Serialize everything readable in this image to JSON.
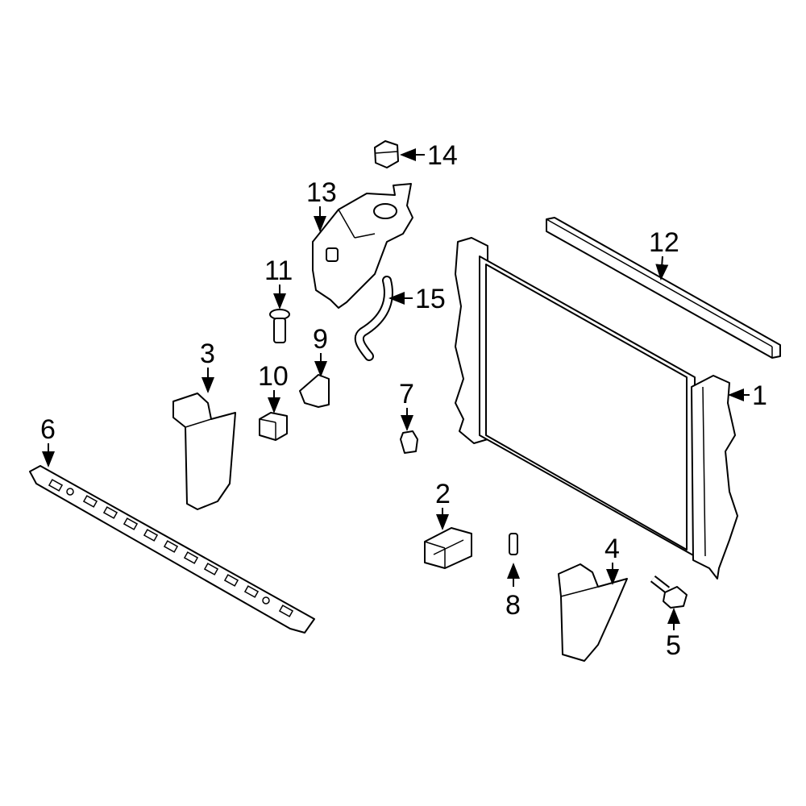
{
  "diagram": {
    "type": "exploded parts diagram",
    "callouts": [
      {
        "id": "1",
        "text": "1"
      },
      {
        "id": "2",
        "text": "2"
      },
      {
        "id": "3",
        "text": "3"
      },
      {
        "id": "4",
        "text": "4"
      },
      {
        "id": "5",
        "text": "5"
      },
      {
        "id": "6",
        "text": "6"
      },
      {
        "id": "7",
        "text": "7"
      },
      {
        "id": "8",
        "text": "8"
      },
      {
        "id": "9",
        "text": "9"
      },
      {
        "id": "10",
        "text": "10"
      },
      {
        "id": "11",
        "text": "11"
      },
      {
        "id": "12",
        "text": "12"
      },
      {
        "id": "13",
        "text": "13"
      },
      {
        "id": "14",
        "text": "14"
      },
      {
        "id": "15",
        "text": "15"
      }
    ],
    "colors": {
      "line": "#000000",
      "background": "#ffffff"
    }
  }
}
